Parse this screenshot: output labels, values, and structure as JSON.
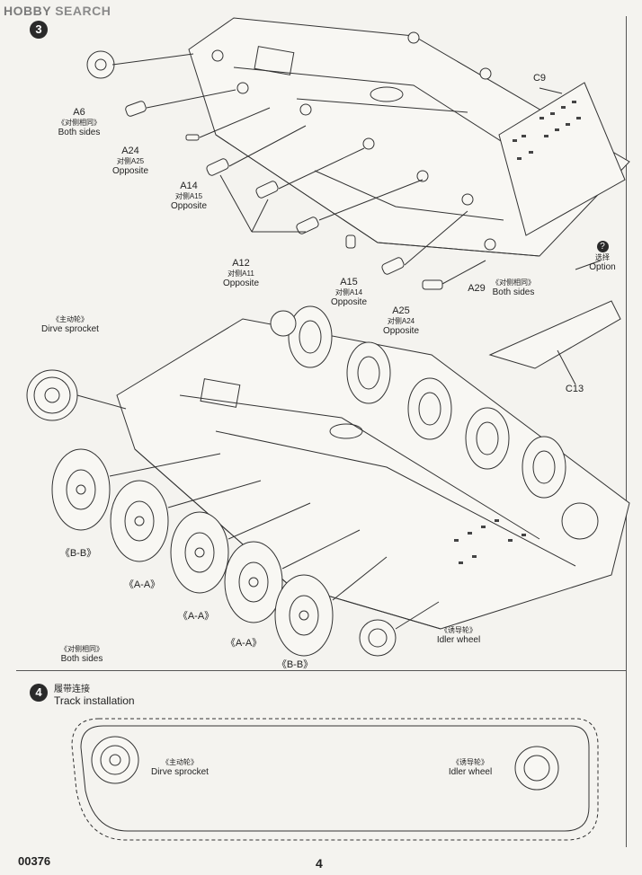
{
  "watermark": {
    "brand": "HOBBY",
    "rest": "SEARCH"
  },
  "step3": {
    "number": "3",
    "labels": {
      "a6": {
        "id": "A6",
        "cn": "《对侧相同》",
        "en": "Both sides"
      },
      "a24": {
        "id": "A24",
        "cn": "对侧A25",
        "en": "Opposite"
      },
      "a14": {
        "id": "A14",
        "cn": "对侧A15",
        "en": "Opposite"
      },
      "a12": {
        "id": "A12",
        "cn": "对侧A11",
        "en": "Opposite"
      },
      "a15": {
        "id": "A15",
        "cn": "对侧A14",
        "en": "Opposite"
      },
      "a25": {
        "id": "A25",
        "cn": "对侧A24",
        "en": "Opposite"
      },
      "a29": {
        "id": "A29",
        "cn": "《对侧相同》",
        "en": "Both sides"
      },
      "c9": {
        "id": "C9"
      },
      "c13": {
        "id": "C13"
      },
      "option": {
        "symbol": "?",
        "cn": "选择",
        "en": "Option"
      },
      "drive_sprocket": {
        "cn": "《主动轮》",
        "en": "Dirve sprocket"
      },
      "idler_wheel": {
        "cn": "《诱导轮》",
        "en": "Idler wheel"
      },
      "both_sides": {
        "cn": "《对侧相同》",
        "en": "Both sides"
      },
      "wheel_bb_1": "《B-B》",
      "wheel_aa_1": "《A-A》",
      "wheel_aa_2": "《A-A》",
      "wheel_aa_3": "《A-A》",
      "wheel_bb_2": "《B-B》"
    }
  },
  "step4": {
    "number": "4",
    "title_cn": "履带连接",
    "title_en": "Track installation",
    "drive_sprocket": {
      "cn": "《主动轮》",
      "en": "Dirve sprocket"
    },
    "idler_wheel": {
      "cn": "《诱导轮》",
      "en": "Idler wheel"
    }
  },
  "footer": {
    "code": "00376",
    "page": "4"
  }
}
